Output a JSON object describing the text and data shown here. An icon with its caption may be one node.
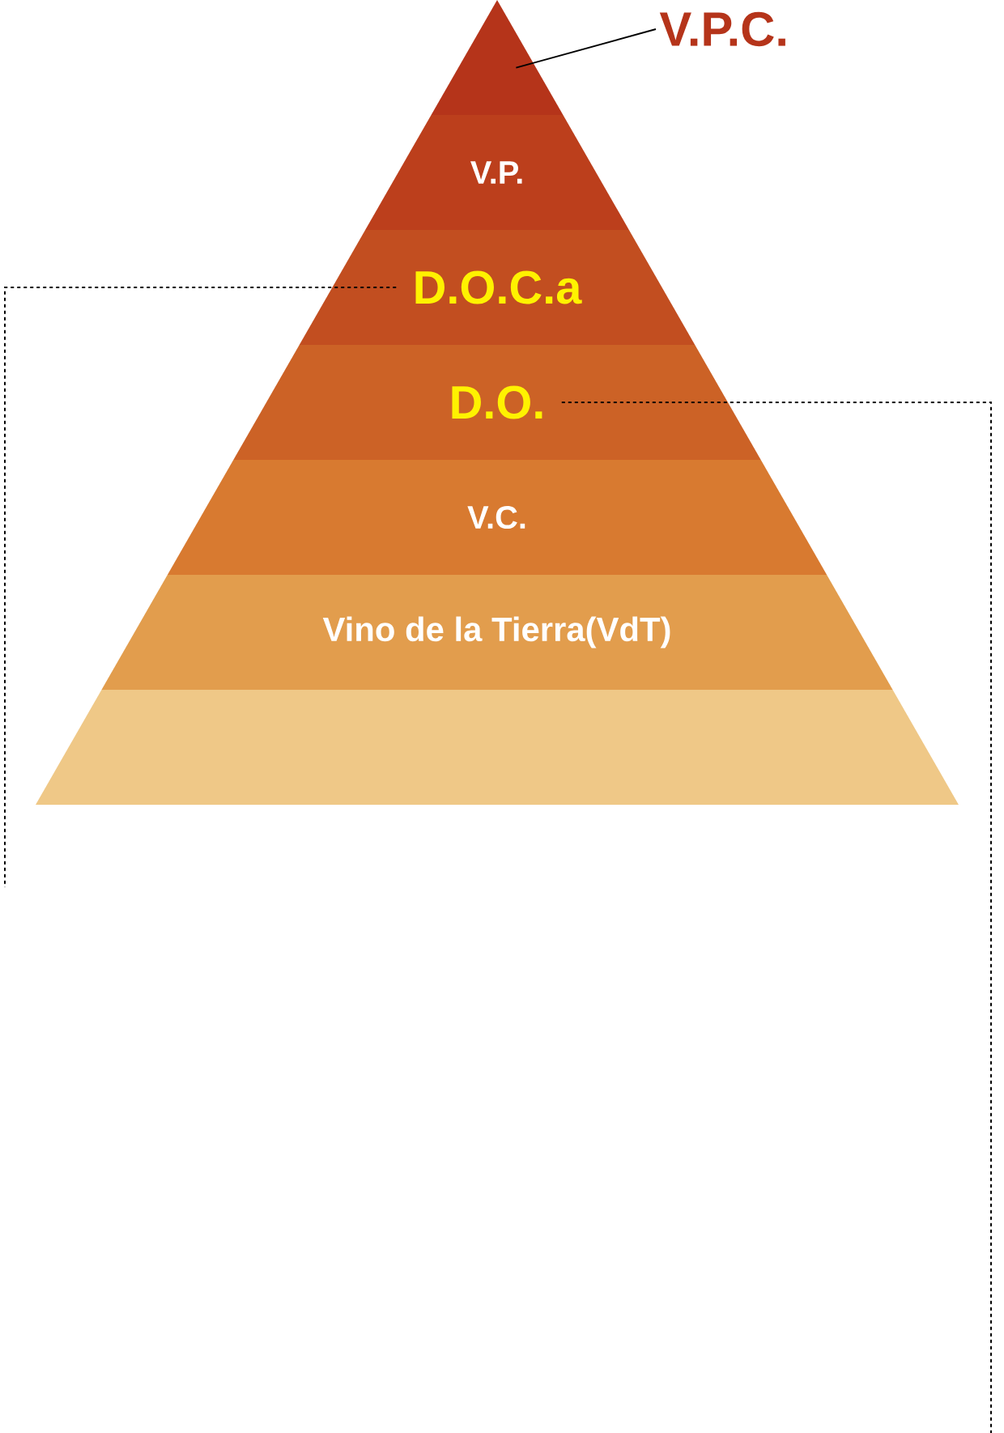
{
  "diagram": {
    "nodes": [
      {
        "text": [
          "V.P.C."
        ]
      },
      {
        "text": [],
        "shape": "triangle"
      },
      {
        "text": [
          "V.P."
        ]
      },
      {
        "text": [
          "D.O.C.a"
        ]
      },
      {
        "text": [
          "D.O."
        ]
      },
      {
        "text": [
          "V.C."
        ]
      },
      {
        "text": [
          "Vino de la Tierra(VdT)"
        ]
      },
      {
        "text": [],
        "shape": "band"
      }
    ],
    "edges": [
      {
        "from": 0,
        "to": 1,
        "arrow": "none"
      },
      {
        "from": 3,
        "to": null,
        "arrow": "none",
        "style": "dashed"
      },
      {
        "from": 4,
        "to": null,
        "arrow": "none",
        "style": "dashed"
      }
    ]
  }
}
